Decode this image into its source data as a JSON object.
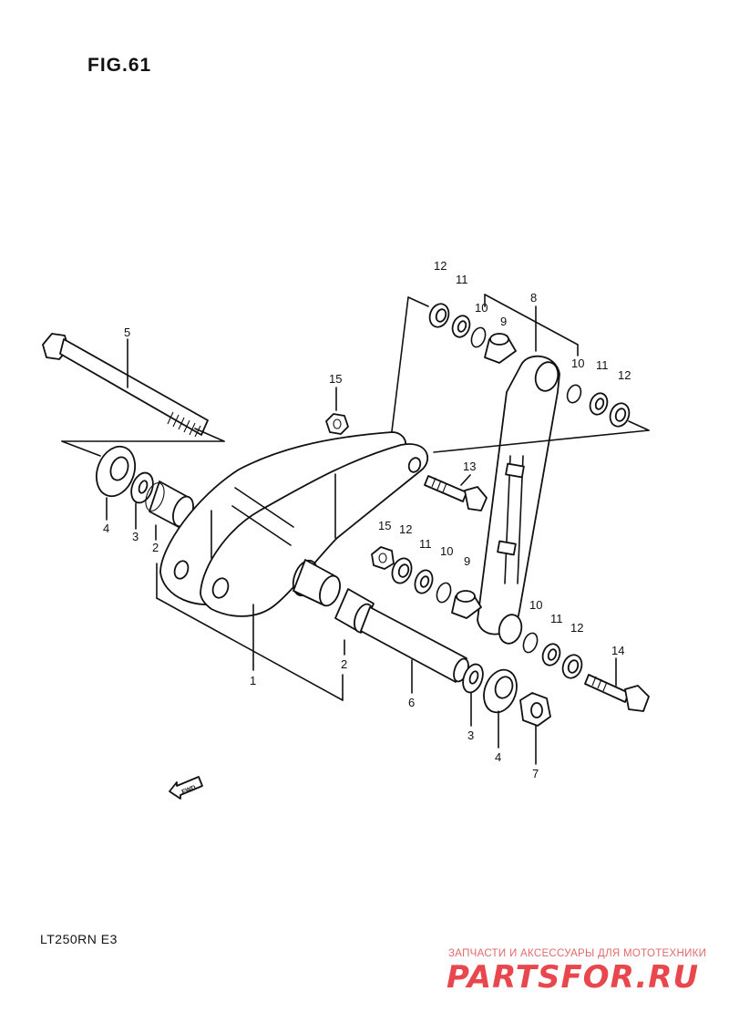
{
  "figure": {
    "title": "FIG.61",
    "model_code": "LT250RN  E3"
  },
  "watermark": {
    "tagline": "ЗАПЧАСТИ И АКСЕССУАРЫ ДЛЯ МОТОТЕХНИКИ",
    "logo": "PARTSFOR.RU",
    "color": "#e8484d"
  },
  "fwd_arrow": {
    "label": "FWD"
  },
  "callouts": [
    {
      "id": "c12a",
      "text": "12"
    },
    {
      "id": "c11a",
      "text": "11"
    },
    {
      "id": "c10a",
      "text": "10"
    },
    {
      "id": "c9a",
      "text": "9"
    },
    {
      "id": "c8",
      "text": "8"
    },
    {
      "id": "c10b",
      "text": "10"
    },
    {
      "id": "c11b",
      "text": "11"
    },
    {
      "id": "c12b",
      "text": "12"
    },
    {
      "id": "c5",
      "text": "5"
    },
    {
      "id": "c15a",
      "text": "15"
    },
    {
      "id": "c13",
      "text": "13"
    },
    {
      "id": "c4a",
      "text": "4"
    },
    {
      "id": "c3a",
      "text": "3"
    },
    {
      "id": "c2a",
      "text": "2"
    },
    {
      "id": "c15b",
      "text": "15"
    },
    {
      "id": "c12c",
      "text": "12"
    },
    {
      "id": "c11c",
      "text": "11"
    },
    {
      "id": "c10c",
      "text": "10"
    },
    {
      "id": "c9b",
      "text": "9"
    },
    {
      "id": "c10d",
      "text": "10"
    },
    {
      "id": "c11d",
      "text": "11"
    },
    {
      "id": "c12d",
      "text": "12"
    },
    {
      "id": "c14",
      "text": "14"
    },
    {
      "id": "c1",
      "text": "1"
    },
    {
      "id": "c2b",
      "text": "2"
    },
    {
      "id": "c6",
      "text": "6"
    },
    {
      "id": "c3b",
      "text": "3"
    },
    {
      "id": "c4b",
      "text": "4"
    },
    {
      "id": "c7",
      "text": "7"
    }
  ]
}
